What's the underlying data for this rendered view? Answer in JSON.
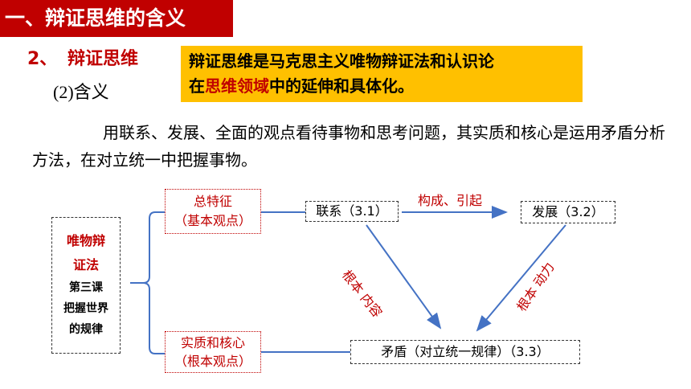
{
  "section": {
    "title": "一、辩证思维的含义"
  },
  "subsection": {
    "number": "2、",
    "title": "辩证思维"
  },
  "meaning_label": "(2)含义",
  "definition": {
    "part1": "辩证思维是马克思主义唯物辩证法和认识论",
    "part2_prefix": "在",
    "highlight": "思维领域",
    "part2_suffix": "中的延伸和具体化。"
  },
  "paragraph": "用联系、发展、全面的观点看待事物和思考问题，其实质和核心是运用矛盾分析方法，在对立统一中把握事物。",
  "diagram": {
    "left_box": {
      "line1": "唯物辩",
      "line2": "证法",
      "line3": "第三课",
      "line4": "把握世界",
      "line5": "的规律"
    },
    "feature_box": {
      "line1": "总特征",
      "line2": "（基本观点）"
    },
    "essence_box": {
      "line1": "实质和核心",
      "line2": "（根本观点）"
    },
    "connection": "联系（3.1）",
    "development": "发展（3.2）",
    "contradiction": "矛盾（对立统一规律）（3.3）",
    "labels": {
      "compose": "构成、引起",
      "root_content": "根本  内容",
      "root_power": "根本  动力"
    },
    "colors": {
      "accent": "#c00000",
      "highlight_box": "#ffc000",
      "arrow": "#4472c4"
    }
  }
}
